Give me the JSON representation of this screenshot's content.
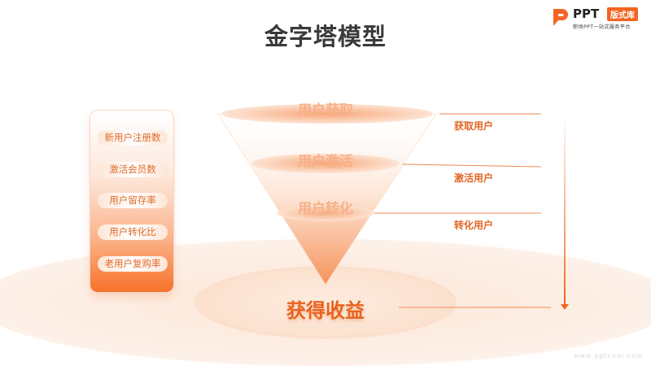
{
  "title": "金字塔模型",
  "logo": {
    "brand": "PPT",
    "badge": "版式库",
    "tagline": "职场PPT一站式服务平台"
  },
  "panel": {
    "items": [
      "新用户注册数",
      "激活会员数",
      "用户留存率",
      "用户转化比",
      "老用户复购率"
    ]
  },
  "funnel": {
    "levels": [
      "用户获取",
      "用户激活",
      "用户转化"
    ],
    "goal": "获得收益"
  },
  "right_labels": [
    "获取用户",
    "激活用户",
    "转化用户"
  ],
  "watermark": "www.pptcool.com",
  "colors": {
    "accent": "#f26522",
    "light": "#fde9dd"
  }
}
